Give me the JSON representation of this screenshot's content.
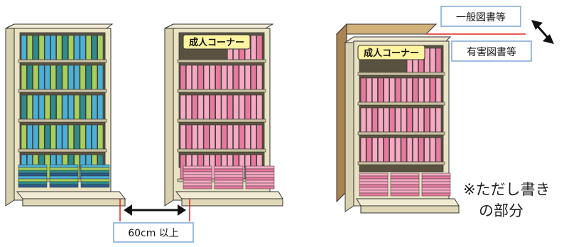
{
  "labels": {
    "adult_corner": "成人コーナー",
    "general_books": "一般図書等",
    "harmful_books": "有害図書等",
    "distance": "60cm 以上",
    "note_line1": "※ただし書き",
    "note_line2": "の部分"
  },
  "colors": {
    "frame": "#e9e3c4",
    "frame_dark": "#c9c0a0",
    "pink_book": "#f6a9c2",
    "pink_dark": "#e87aa0",
    "blue_book": "#4ab0d6",
    "green_book": "#a6cf5c",
    "teal_book": "#2f8c8c",
    "label_yellow": "#fff4a0",
    "partition": "#b8935a",
    "red_line": "#e2231a",
    "box_border": "#7fa7d6"
  },
  "icons": [
    "double-arrow-horizontal-icon",
    "double-arrow-diagonal-icon"
  ]
}
